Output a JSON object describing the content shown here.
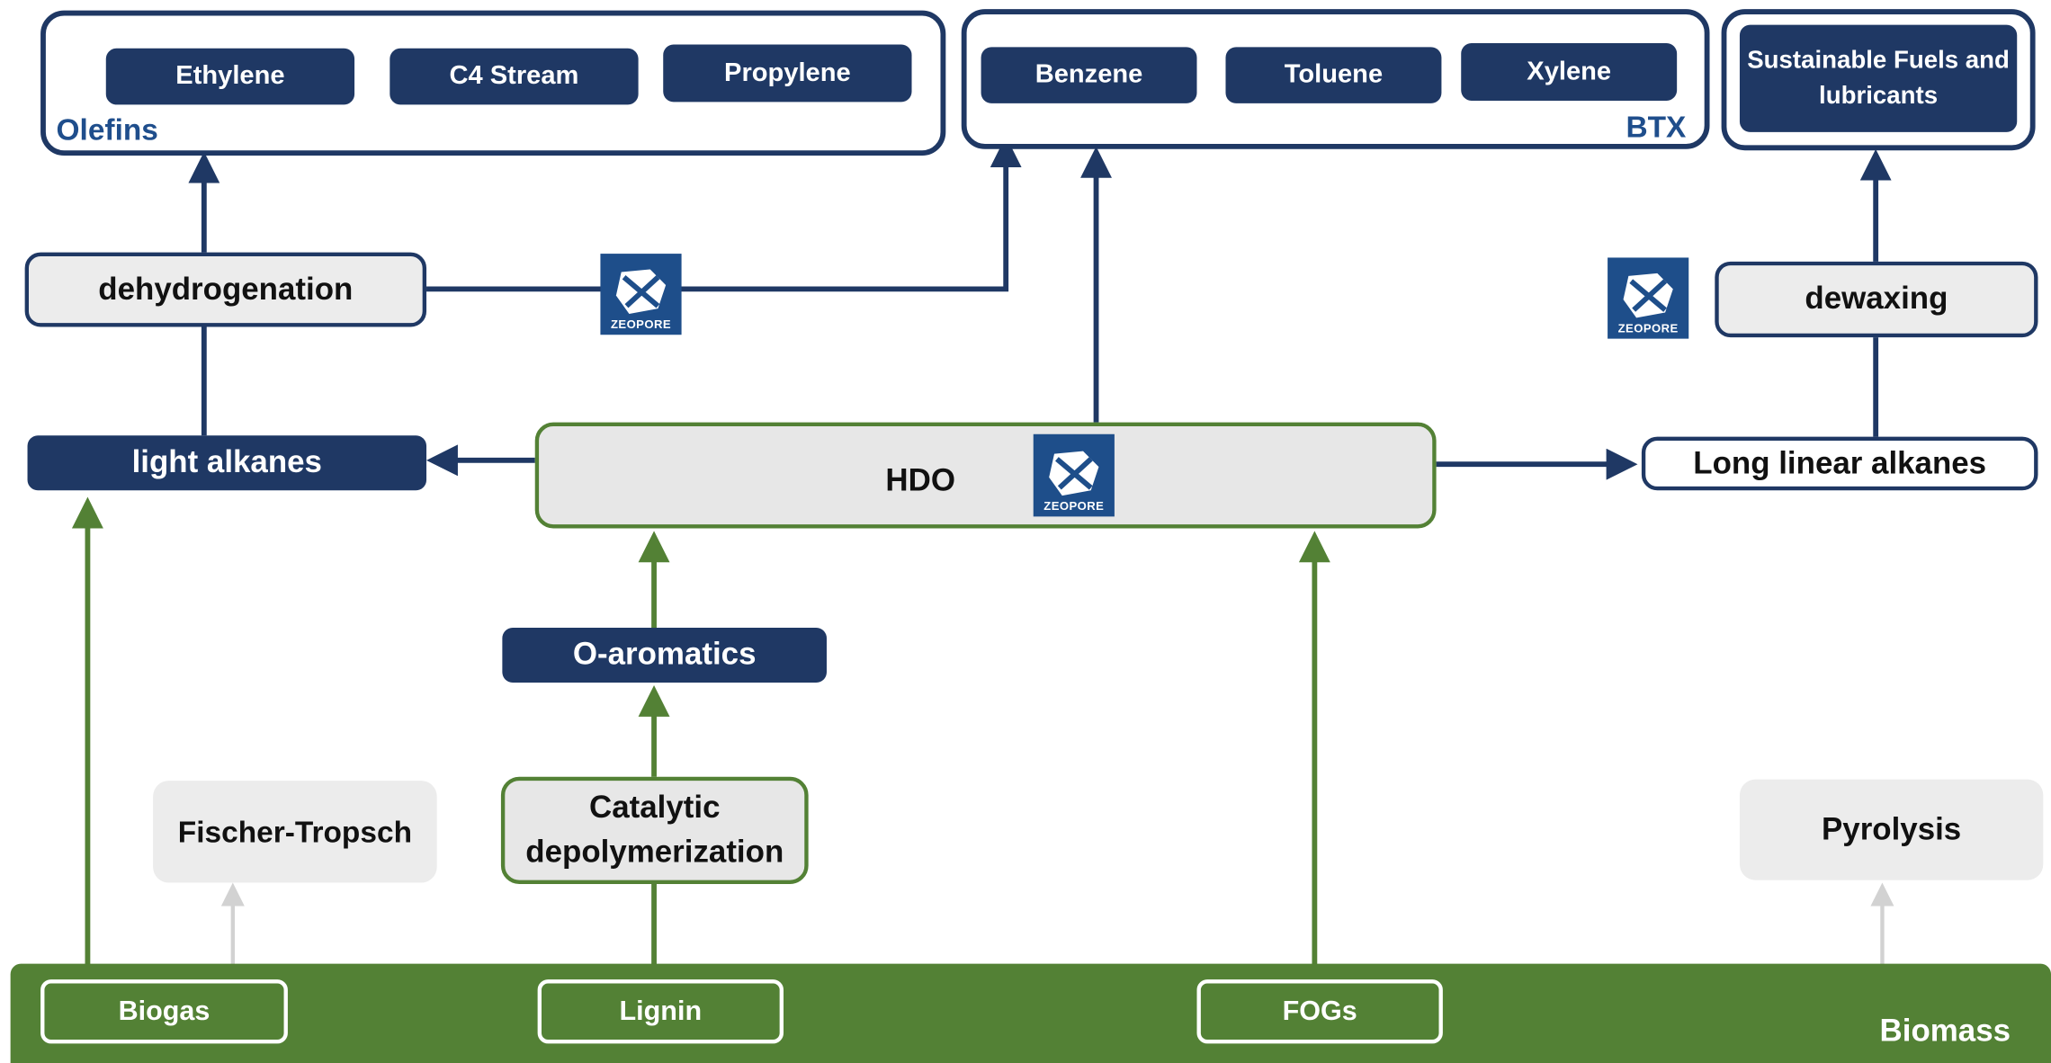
{
  "olefins": {
    "label": "Olefins",
    "items": [
      "Ethylene",
      "C4 Stream",
      "Propylene"
    ]
  },
  "btx": {
    "label": "BTX",
    "items": [
      "Benzene",
      "Toluene",
      "Xylene"
    ]
  },
  "fuels": {
    "line1": "Sustainable Fuels and",
    "line2": "lubricants"
  },
  "processes": {
    "dehydrogenation": "dehydrogenation",
    "dewaxing": "dewaxing",
    "hdo": "HDO",
    "catalytic_line1": "Catalytic",
    "catalytic_line2": "depolymerization",
    "fischer_tropsch": "Fischer-Tropsch",
    "pyrolysis": "Pyrolysis"
  },
  "intermediates": {
    "light_alkanes": "light alkanes",
    "long_linear_alkanes": "Long linear alkanes",
    "o_aromatics": "O-aromatics"
  },
  "biomass": {
    "label": "Biomass",
    "items": [
      "Biogas",
      "Lignin",
      "FOGs"
    ]
  },
  "logo": {
    "text": "ZEOPORE"
  },
  "colors": {
    "navy": "#1f3864",
    "green": "#538135",
    "light_grey": "#ececec",
    "logo_blue": "#1e4e8a"
  }
}
